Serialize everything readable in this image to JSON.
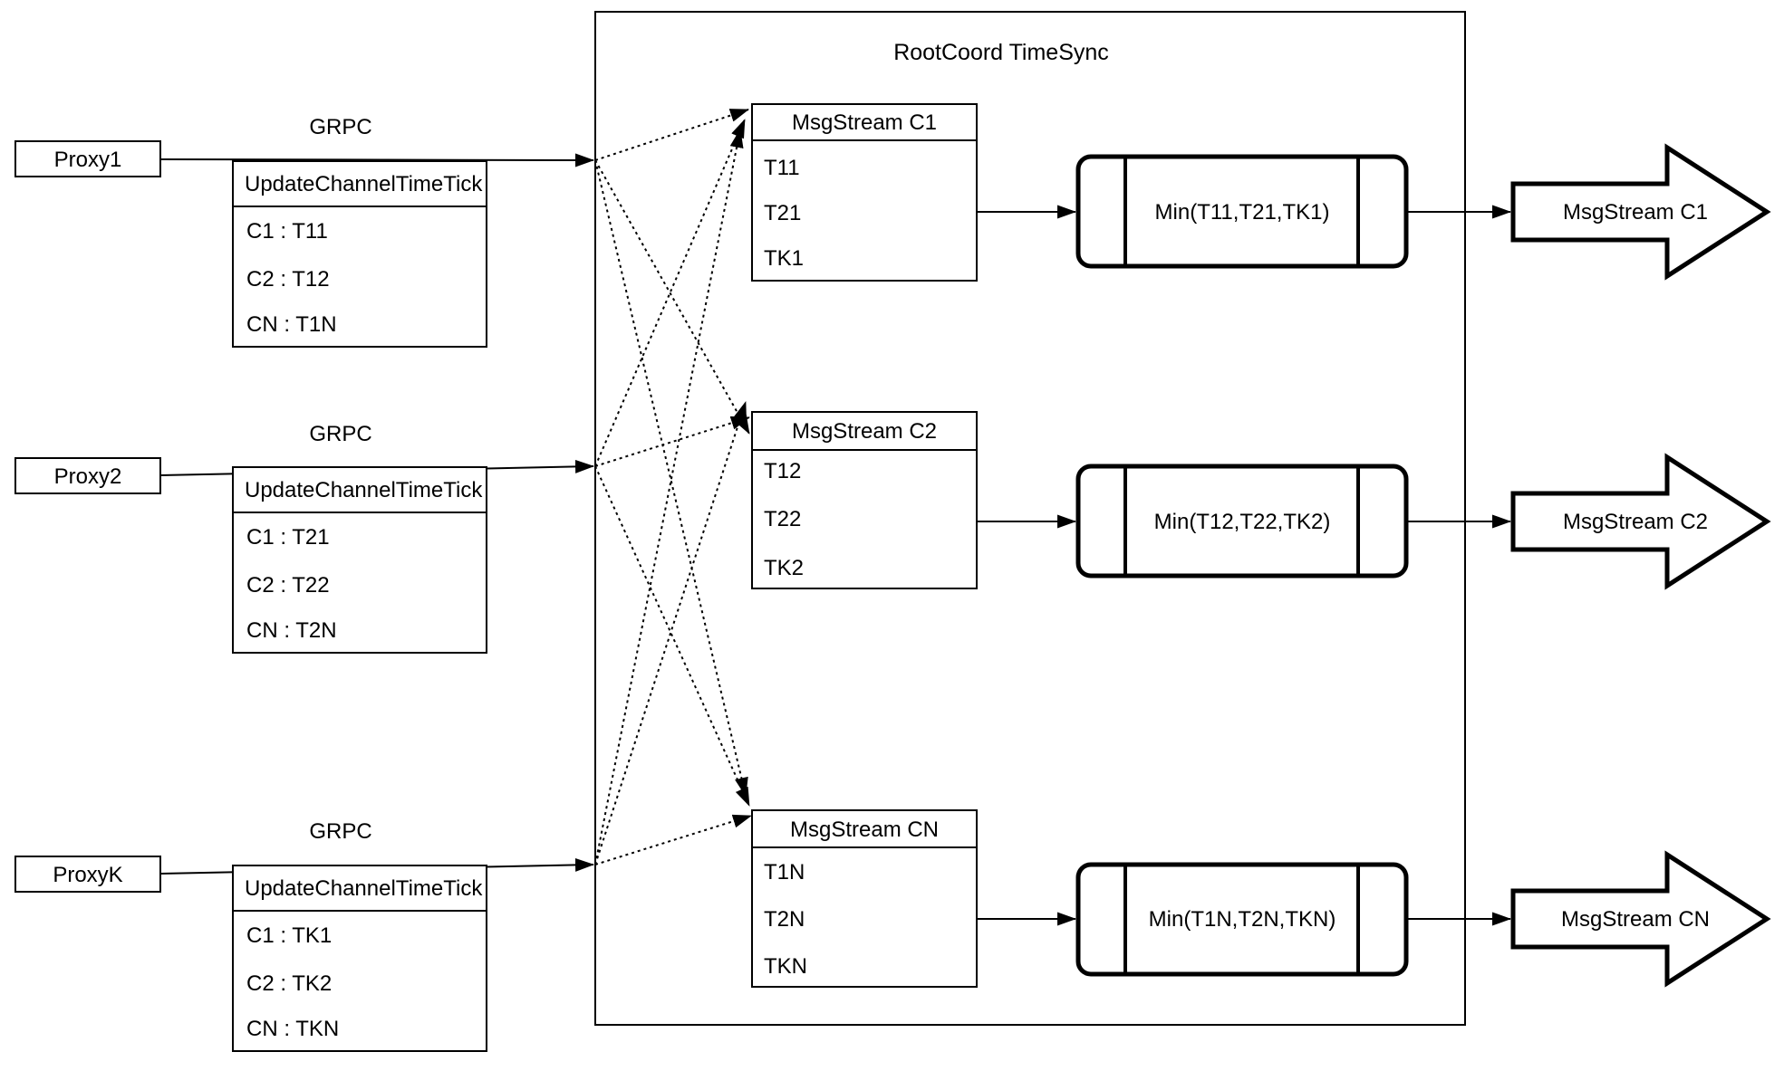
{
  "diagram": {
    "title": "RootCoord TimeSync",
    "grpc_label": "GRPC",
    "proxies": [
      {
        "name": "Proxy1",
        "message": {
          "header": "UpdateChannelTimeTick",
          "rows": [
            "C1 :  T11",
            "C2 :  T12",
            "CN : T1N"
          ]
        }
      },
      {
        "name": "Proxy2",
        "message": {
          "header": "UpdateChannelTimeTick",
          "rows": [
            "C1 :  T21",
            "C2 :  T22",
            "CN : T2N"
          ]
        }
      },
      {
        "name": "ProxyK",
        "message": {
          "header": "UpdateChannelTimeTick",
          "rows": [
            "C1 :  TK1",
            "C2 :  TK2",
            "CN : TKN"
          ]
        }
      }
    ],
    "streams": [
      {
        "header": "MsgStream C1",
        "ticks": [
          "T11",
          "T21",
          "TK1"
        ],
        "min": "Min(T11,T21,TK1)",
        "output": "MsgStream C1"
      },
      {
        "header": "MsgStream C2",
        "ticks": [
          "T12",
          "T22",
          "TK2"
        ],
        "min": "Min(T12,T22,TK2)",
        "output": "MsgStream C2"
      },
      {
        "header": "MsgStream CN",
        "ticks": [
          "T1N",
          "T2N",
          "TKN"
        ],
        "min": "Min(T1N,T2N,TKN)",
        "output": "MsgStream CN"
      }
    ]
  }
}
